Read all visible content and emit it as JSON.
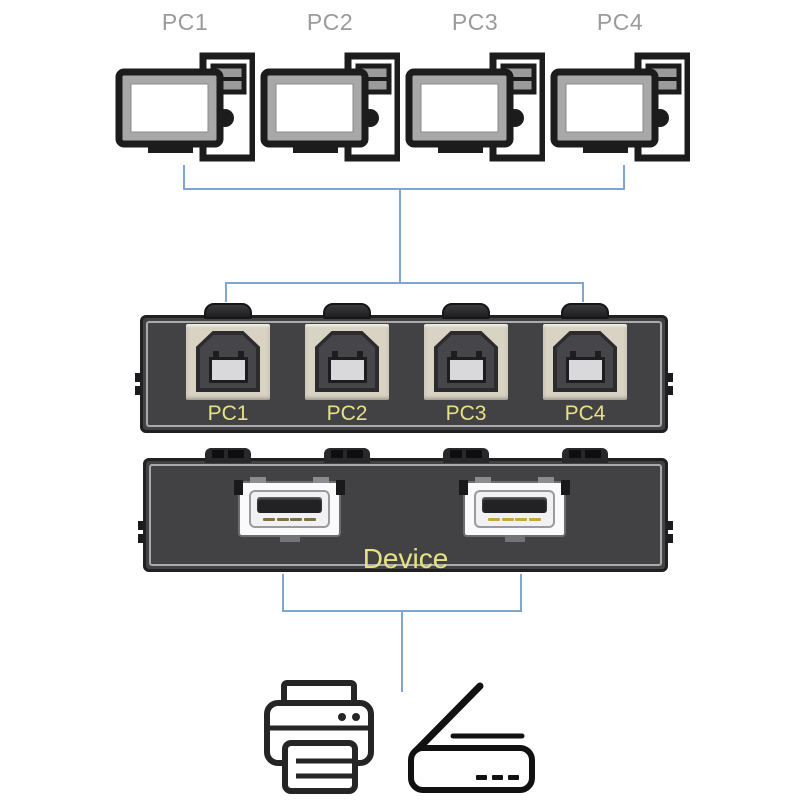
{
  "diagram": {
    "computers": [
      {
        "label": "PC1"
      },
      {
        "label": "PC2"
      },
      {
        "label": "PC3"
      },
      {
        "label": "PC4"
      }
    ],
    "switch_top_panel": {
      "ports": [
        {
          "label": "PC1"
        },
        {
          "label": "PC2"
        },
        {
          "label": "PC3"
        },
        {
          "label": "PC4"
        }
      ]
    },
    "switch_front_panel": {
      "label": "Device",
      "usb_a_port_count": 2
    },
    "peripherals": {
      "left": "printer-icon",
      "right": "scanner-icon"
    },
    "colors": {
      "connector_line": "#7fa6d2",
      "device_body": "#424245",
      "port_recess": "#d9d3c3",
      "panel_label": "#e7e185",
      "computer_label": "#9a9a9a"
    }
  }
}
